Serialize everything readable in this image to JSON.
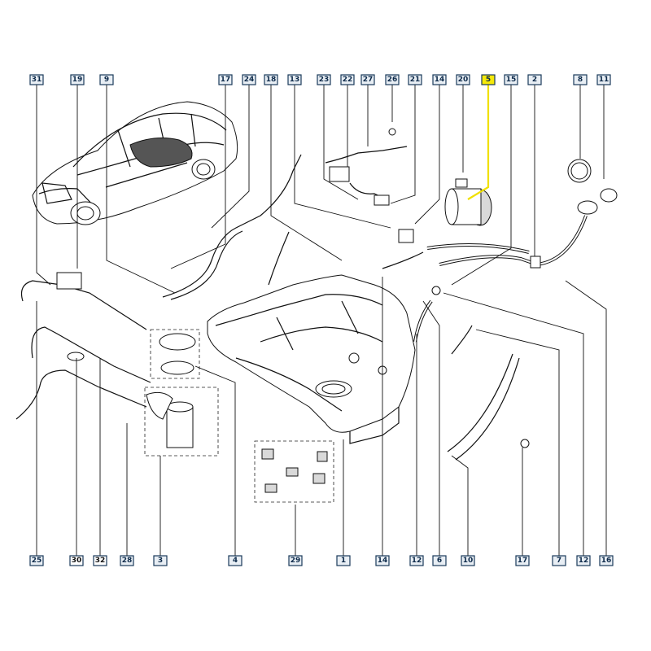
{
  "top_labels": [
    "31",
    "19",
    "9",
    "17",
    "24",
    "18",
    "13",
    "23",
    "22",
    "27",
    "26",
    "21",
    "14",
    "20",
    "5",
    "15",
    "2",
    "8",
    "11"
  ],
  "bottom_labels": [
    "25",
    "30",
    "32",
    "28",
    "3",
    "4",
    "29",
    "1",
    "14",
    "12",
    "6",
    "10",
    "17",
    "7",
    "12",
    "16"
  ],
  "highlighted_label": "5",
  "colors": {
    "highlight": "#f5e90a",
    "callout_fill": "#e8eef4",
    "ink": "#111111"
  }
}
